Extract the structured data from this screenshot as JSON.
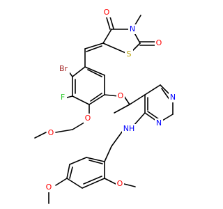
{
  "diagram": {
    "type": "chemical-structure",
    "atoms": {
      "o_ketone": {
        "label": "O",
        "color": "#ff0000"
      },
      "o_thione": {
        "label": "O",
        "color": "#ff0000"
      },
      "n_imide": {
        "label": "N",
        "color": "#0000ff"
      },
      "s_ring": {
        "label": "S",
        "color": "#b8a000"
      },
      "br": {
        "label": "Br",
        "color": "#a52a2a"
      },
      "f": {
        "label": "F",
        "color": "#33cc33"
      },
      "o_ether_link": {
        "label": "O",
        "color": "#ff0000"
      },
      "o_mom_aryl": {
        "label": "O",
        "color": "#ff0000"
      },
      "o_mom_methyl": {
        "label": "O",
        "color": "#ff0000"
      },
      "n_pyr_top": {
        "label": "N",
        "color": "#0000ff"
      },
      "n_pyr_bottom": {
        "label": "N",
        "color": "#0000ff"
      },
      "nh_amine": {
        "label": "NH",
        "color": "#0000ff"
      },
      "o_ome_left": {
        "label": "O",
        "color": "#ff0000"
      },
      "o_ome_right": {
        "label": "O",
        "color": "#ff0000"
      }
    }
  }
}
